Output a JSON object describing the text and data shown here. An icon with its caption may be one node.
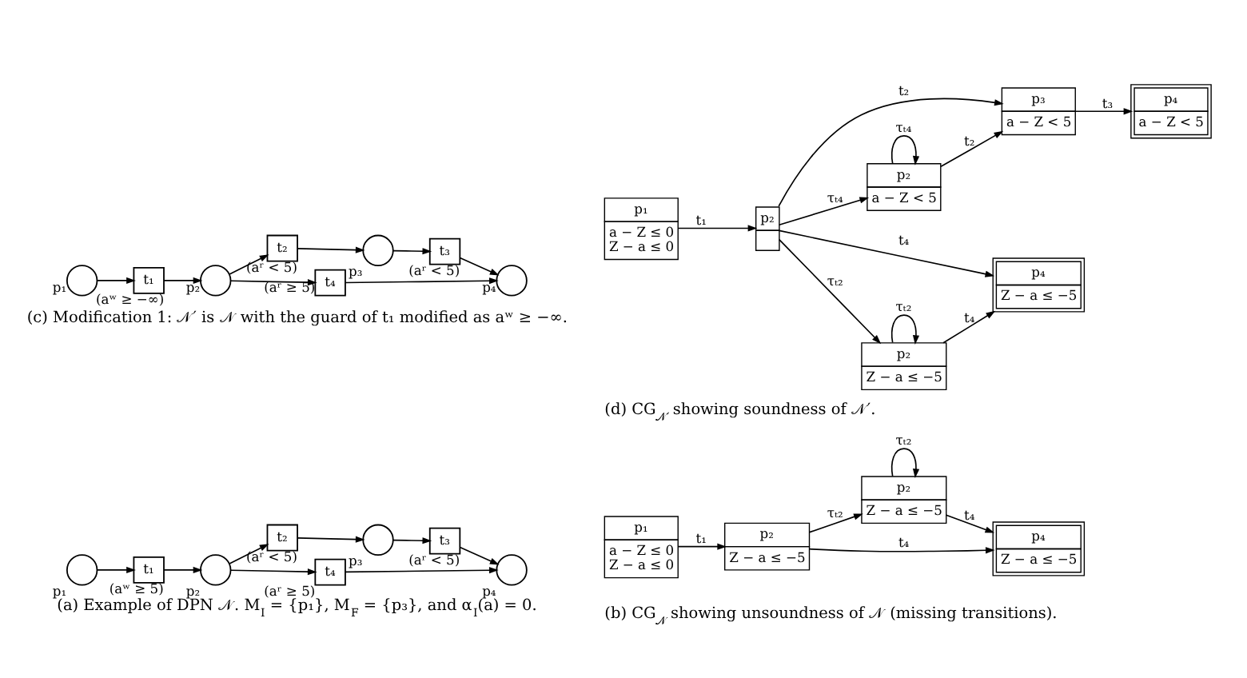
{
  "diagram": {
    "nodes": [
      {
        "text": [],
        "shape": "circle",
        "beside": [
          "p₁"
        ]
      },
      {
        "text": [
          "t₁"
        ],
        "beside": [
          "(aʷ ≥ 5)"
        ]
      },
      {
        "text": [],
        "shape": "circle",
        "beside": [
          "p₂"
        ]
      },
      {
        "text": [
          "t₄"
        ],
        "beside": [
          "(aʳ ≥ 5)"
        ]
      },
      {
        "text": [],
        "shape": "circle",
        "beside": [
          "p₄"
        ]
      },
      {
        "text": [
          "t₂"
        ],
        "beside": [
          "(aʳ < 5)"
        ]
      },
      {
        "text": [],
        "shape": "circle",
        "beside": [
          "p₃"
        ]
      },
      {
        "text": [
          "t₃"
        ],
        "beside": [
          "(aʳ < 5)"
        ]
      },
      {
        "text": [
          "p₁",
          "a − Z ≤ 0",
          "Z − a ≤ 0"
        ]
      },
      {
        "text": [
          "p₂",
          "Z − a ≤ −5"
        ]
      },
      {
        "text": [
          "p₄",
          "Z − a ≤ −5"
        ]
      },
      {
        "text": [
          "p₂",
          "Z − a ≤ −5"
        ]
      },
      {
        "text": [],
        "shape": "circle",
        "beside": [
          "p₁"
        ]
      },
      {
        "text": [
          "t₁"
        ],
        "beside": [
          "(aʷ ≥ −∞)"
        ]
      },
      {
        "text": [],
        "shape": "circle",
        "beside": [
          "p₂"
        ]
      },
      {
        "text": [
          "t₄"
        ],
        "beside": [
          "(aʳ ≥ 5)"
        ]
      },
      {
        "text": [],
        "shape": "circle",
        "beside": [
          "p₄"
        ]
      },
      {
        "text": [
          "t₂"
        ],
        "beside": [
          "(aʳ < 5)"
        ]
      },
      {
        "text": [],
        "shape": "circle",
        "beside": [
          "p₃"
        ]
      },
      {
        "text": [
          "t₃"
        ],
        "beside": [
          "(aʳ < 5)"
        ]
      },
      {
        "text": [
          "p₁",
          "a − Z ≤ 0",
          "Z − a ≤ 0"
        ]
      },
      {
        "text": [
          "p₂"
        ]
      },
      {
        "text": [
          "p₂",
          "Z − a ≤ −5"
        ]
      },
      {
        "text": [
          "p₄",
          "Z − a ≤ −5"
        ]
      },
      {
        "text": [
          "p₂",
          "a − Z < 5"
        ]
      },
      {
        "text": [
          "p₃",
          "a − Z < 5"
        ]
      },
      {
        "text": [
          "p₄",
          "a − Z < 5"
        ]
      }
    ],
    "edges": [
      {
        "from": 0,
        "to": 1,
        "arrow": "to"
      },
      {
        "from": 1,
        "to": 2,
        "arrow": "to"
      },
      {
        "from": 2,
        "to": 3,
        "arrow": "to"
      },
      {
        "from": 3,
        "to": 4,
        "arrow": "to"
      },
      {
        "from": 2,
        "to": 5,
        "arrow": "to"
      },
      {
        "from": 5,
        "to": 6,
        "arrow": "to"
      },
      {
        "from": 6,
        "to": 7,
        "arrow": "to"
      },
      {
        "from": 7,
        "to": 4,
        "arrow": "to"
      },
      {
        "from": 8,
        "to": 9,
        "arrow": "to",
        "label": "t₁"
      },
      {
        "from": 9,
        "to": 10,
        "arrow": "to",
        "label": "t₄"
      },
      {
        "from": 9,
        "to": 11,
        "arrow": "to",
        "label": "τₜ₂"
      },
      {
        "from": 11,
        "to": 10,
        "arrow": "to",
        "label": "t₄"
      },
      {
        "from": 11,
        "to": 11,
        "arrow": "to",
        "label": "τₜ₂"
      },
      {
        "from": 12,
        "to": 13,
        "arrow": "to"
      },
      {
        "from": 13,
        "to": 14,
        "arrow": "to"
      },
      {
        "from": 14,
        "to": 15,
        "arrow": "to"
      },
      {
        "from": 15,
        "to": 16,
        "arrow": "to"
      },
      {
        "from": 14,
        "to": 17,
        "arrow": "to"
      },
      {
        "from": 17,
        "to": 18,
        "arrow": "to"
      },
      {
        "from": 18,
        "to": 19,
        "arrow": "to"
      },
      {
        "from": 19,
        "to": 16,
        "arrow": "to"
      },
      {
        "from": 20,
        "to": 21,
        "arrow": "to",
        "label": "t₁"
      },
      {
        "from": 21,
        "to": 22,
        "arrow": "to",
        "label": "τₜ₂"
      },
      {
        "from": 22,
        "to": 22,
        "arrow": "to",
        "label": "τₜ₂"
      },
      {
        "from": 22,
        "to": 23,
        "arrow": "to",
        "label": "t₄"
      },
      {
        "from": 21,
        "to": 23,
        "arrow": "to",
        "label": "t₄"
      },
      {
        "from": 21,
        "to": 24,
        "arrow": "to",
        "label": "τₜ₄"
      },
      {
        "from": 24,
        "to": 24,
        "arrow": "to",
        "label": "τₜ₄"
      },
      {
        "from": 21,
        "to": 25,
        "arrow": "to",
        "label": "t₂"
      },
      {
        "from": 24,
        "to": 25,
        "arrow": "to",
        "label": "t₂"
      },
      {
        "from": 25,
        "to": 26,
        "arrow": "to",
        "label": "t₃"
      }
    ],
    "labels": [
      "(a) Example of DPN 𝒩. M$_{I}$ = {p₁}, M$_{F}$ = {p₃}, and α$_{I}$(a) = 0.",
      "(b) CG$_{𝒩}$ showing unsoundness of 𝒩 (missing transitions).",
      "(c) Modification 1: 𝒩′ is 𝒩 with the guard of t₁ modified as aʷ ≥ −∞.",
      "(d) CG$_{𝒩′}$ showing soundness of 𝒩′."
    ]
  }
}
